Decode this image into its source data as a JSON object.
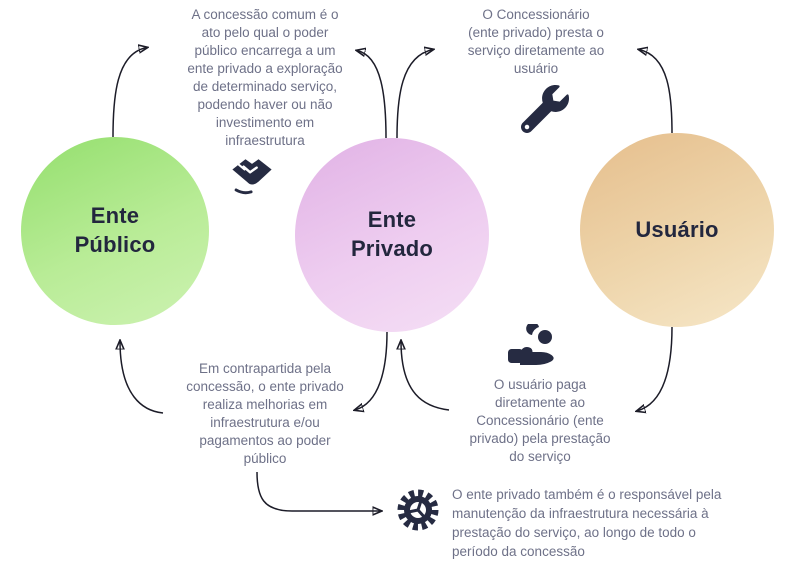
{
  "diagram_title": "Concessão comum - fluxo entre ente público, ente privado e usuário",
  "nodes": {
    "public": {
      "id": "ente-publico",
      "label": "Ente\nPúblico"
    },
    "private": {
      "id": "ente-privado",
      "label": "Ente\nPrivado"
    },
    "user": {
      "id": "usuario",
      "label": "Usuário"
    }
  },
  "annotations": {
    "concession": {
      "text": "A concessão comum é o\nato pelo qual o poder\npúblico encarrega a um\nente privado a exploração\nde determinado serviço,\npodendo haver ou não\ninvestimento em\ninfraestrutura"
    },
    "service": {
      "text": "O Concessionário\n(ente privado) presta o\nserviço diretamente ao\nusuário"
    },
    "counterpart": {
      "text": "Em contrapartida pela\nconcessão, o ente privado\nrealiza melhorias em\ninfraestrutura e/ou\npagamentos ao poder\npúblico"
    },
    "payment": {
      "text": "O usuário paga\ndiretamente ao\nConcessionário (ente\nprivado) pela prestação\ndo serviço"
    },
    "maintenance": {
      "text": "O ente privado também é o responsável pela\nmanutenção da infraestrutura necessária à\nprestação do serviço, ao longo de todo o\nperíodo da concessão"
    }
  },
  "icons": {
    "handshake": "handshake-icon",
    "wrench": "wrench-icon",
    "hand_coin": "hand-coin-icon",
    "gear": "gear-icon"
  },
  "edges": [
    {
      "from": "ente-publico",
      "to": "annotation-concession"
    },
    {
      "from": "ente-privado",
      "to": "annotation-concession"
    },
    {
      "from": "ente-privado",
      "to": "annotation-service"
    },
    {
      "from": "usuario",
      "to": "annotation-service"
    },
    {
      "from": "annotation-counterpart",
      "to": "ente-publico"
    },
    {
      "from": "ente-privado",
      "to": "annotation-counterpart"
    },
    {
      "from": "annotation-payment",
      "to": "ente-privado"
    },
    {
      "from": "usuario",
      "to": "annotation-payment"
    },
    {
      "from": "annotation-counterpart",
      "to": "annotation-maintenance"
    }
  ],
  "colors": {
    "background": "#ffffff",
    "arrow": "#1c1c28",
    "icon_ink": "#262b42",
    "annotation_text": "#6e7188",
    "node_label_text": "#23273e",
    "node_public_gradient": [
      "#97e071",
      "#cdf2b2"
    ],
    "node_private_gradient": [
      "#e2b4e6",
      "#f5dff5"
    ],
    "node_user_gradient": [
      "#e6c08f",
      "#f6e7c8"
    ]
  }
}
